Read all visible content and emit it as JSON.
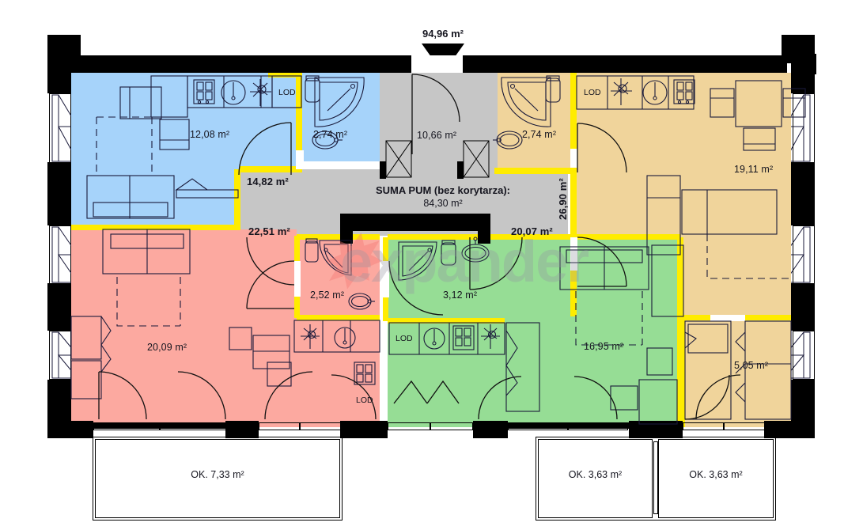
{
  "plan": {
    "title_marker": "94,96 m²",
    "summary_line1": "SUMA PUM (bez korytarza):",
    "summary_line2": "84,30 m²",
    "watermark": "expander",
    "colors": {
      "blue": "#a6d3fa",
      "pink": "#fca9a0",
      "green": "#96dd95",
      "tan": "#f0d49b",
      "corridor": "#c6c6c6",
      "wall": "#000000",
      "insulation": "#ffec00",
      "balcony_pink": "#fce4e0",
      "balcony_green": "#e6f5e8",
      "balcony_yellow": "#faf8e0"
    },
    "rooms": [
      {
        "id": "r-blue-main",
        "label": "12,08 m²",
        "unit": "blue"
      },
      {
        "id": "r-blue-bath",
        "label": "2,74 m²",
        "unit": "blue"
      },
      {
        "id": "r-corr-entry",
        "label": "10,66 m²",
        "unit": "corridor"
      },
      {
        "id": "r-tan-bath",
        "label": "2,74 m²",
        "unit": "tan"
      },
      {
        "id": "r-tan-main",
        "label": "19,11 m²",
        "unit": "tan"
      },
      {
        "id": "r-blue-tot",
        "label": "14,82 m²",
        "unit": "blue"
      },
      {
        "id": "r-pink-tot",
        "label": "22,51 m²",
        "unit": "pink"
      },
      {
        "id": "r-green-tot",
        "label": "20,07 m²",
        "unit": "green"
      },
      {
        "id": "r-tan-tot",
        "label": "26,90 m²",
        "unit": "tan"
      },
      {
        "id": "r-pink-main",
        "label": "20,09 m²",
        "unit": "pink"
      },
      {
        "id": "r-pink-bath",
        "label": "2,52 m²",
        "unit": "pink"
      },
      {
        "id": "r-green-bath",
        "label": "3,12 m²",
        "unit": "green"
      },
      {
        "id": "r-green-main",
        "label": "16,95 m²",
        "unit": "green"
      },
      {
        "id": "r-tan-small",
        "label": "5,05 m²",
        "unit": "tan"
      }
    ],
    "lod_labels": [
      {
        "id": "lod-blue",
        "label": "LOD"
      },
      {
        "id": "lod-tan",
        "label": "LOD"
      },
      {
        "id": "lod-pink",
        "label": "LOD"
      },
      {
        "id": "lod-green",
        "label": "LOD"
      }
    ],
    "balconies": [
      {
        "id": "balcony-left",
        "label": "OK. 7,33 m²",
        "tint": "balcony_pink"
      },
      {
        "id": "balcony-mid",
        "label": "OK. 3,63 m²",
        "tint": "balcony_green"
      },
      {
        "id": "balcony-right",
        "label": "OK. 3,63 m²",
        "tint": "balcony_yellow"
      }
    ],
    "icons": {
      "stove": "stove-icon",
      "sink": "sink-icon",
      "washer": "washing-machine-icon",
      "toilet": "toilet-icon",
      "shower": "shower-icon",
      "basin": "washbasin-icon",
      "entry_arrow": "entry-arrow-icon"
    }
  }
}
